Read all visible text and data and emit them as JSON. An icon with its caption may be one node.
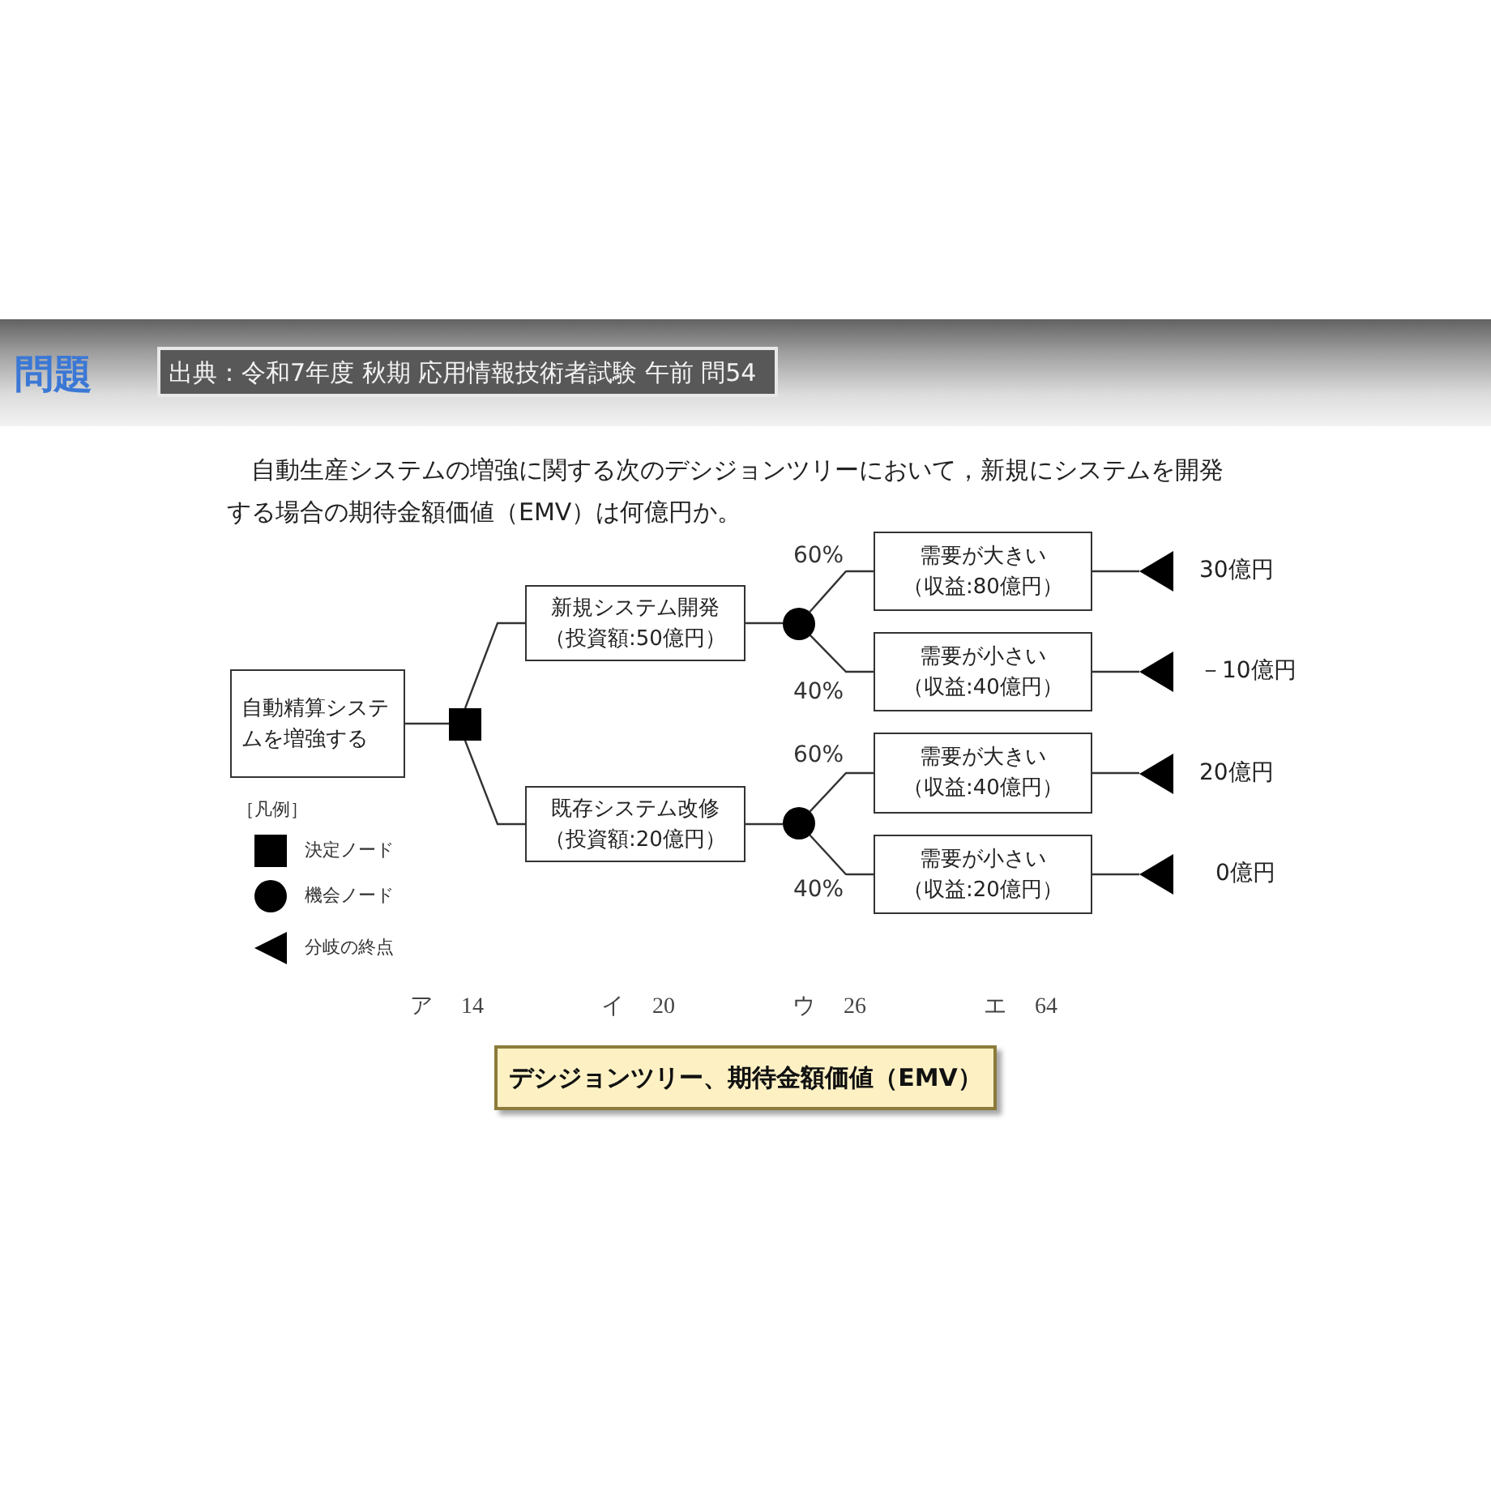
{
  "diagram": {
    "title": "問題",
    "nodes": [
      {
        "text": [
          "出典：令和7年度 秋期 応用情報技術者試験 午前 問54"
        ]
      },
      {
        "text": [
          "自動精算システムを増強する"
        ]
      },
      {
        "text": [],
        "shape": "square"
      },
      {
        "text": [
          "新規システム開発",
          "（投資額:50億円）"
        ]
      },
      {
        "text": [
          "既存システム改修",
          "（投資額:20億円）"
        ]
      },
      {
        "text": [],
        "shape": "circle"
      },
      {
        "text": [],
        "shape": "circle"
      },
      {
        "text": [
          "需要が大きい",
          "（収益:80億円）"
        ]
      },
      {
        "text": [
          "需要が小さい",
          "（収益:40億円）"
        ]
      },
      {
        "text": [
          "需要が大きい",
          "（収益:40億円）"
        ]
      },
      {
        "text": [
          "需要が小さい",
          "（収益:20億円）"
        ]
      },
      {
        "text": [],
        "shape": "triangle",
        "beside": [
          "30億円"
        ]
      },
      {
        "text": [],
        "shape": "triangle",
        "beside": [
          "－10億円"
        ]
      },
      {
        "text": [],
        "shape": "triangle",
        "beside": [
          "20億円"
        ]
      },
      {
        "text": [],
        "shape": "triangle",
        "beside": [
          "0億円"
        ]
      },
      {
        "text": [
          "デシジョンツリー、期待金額価値（EMV）"
        ]
      }
    ],
    "edges": [
      {
        "from": 1,
        "to": 2,
        "arrow": "none"
      },
      {
        "from": 2,
        "to": 3,
        "arrow": "none"
      },
      {
        "from": 2,
        "to": 4,
        "arrow": "none"
      },
      {
        "from": 3,
        "to": 5,
        "arrow": "none"
      },
      {
        "from": 4,
        "to": 6,
        "arrow": "none"
      },
      {
        "from": 5,
        "to": 7,
        "arrow": "none",
        "label": "60%"
      },
      {
        "from": 5,
        "to": 8,
        "arrow": "none",
        "label": "40%"
      },
      {
        "from": 6,
        "to": 9,
        "arrow": "none",
        "label": "60%"
      },
      {
        "from": 6,
        "to": 10,
        "arrow": "none",
        "label": "40%"
      },
      {
        "from": 7,
        "to": 11,
        "arrow": "none"
      },
      {
        "from": 8,
        "to": 12,
        "arrow": "none"
      },
      {
        "from": 9,
        "to": 13,
        "arrow": "none"
      },
      {
        "from": 10,
        "to": 14,
        "arrow": "none"
      }
    ],
    "labels": [
      "自動生産システムの増強に関する次のデシジョンツリーにおいて，新規にシステムを開発する場合の期待金額価値（EMV）は何億円か。",
      "［凡例］",
      "ア 14",
      "イ 20",
      "ウ 26",
      "エ 64"
    ],
    "legend": [
      {
        "text": "決定ノード"
      },
      {
        "text": "機会ノード"
      },
      {
        "text": "分岐の終点"
      }
    ]
  }
}
